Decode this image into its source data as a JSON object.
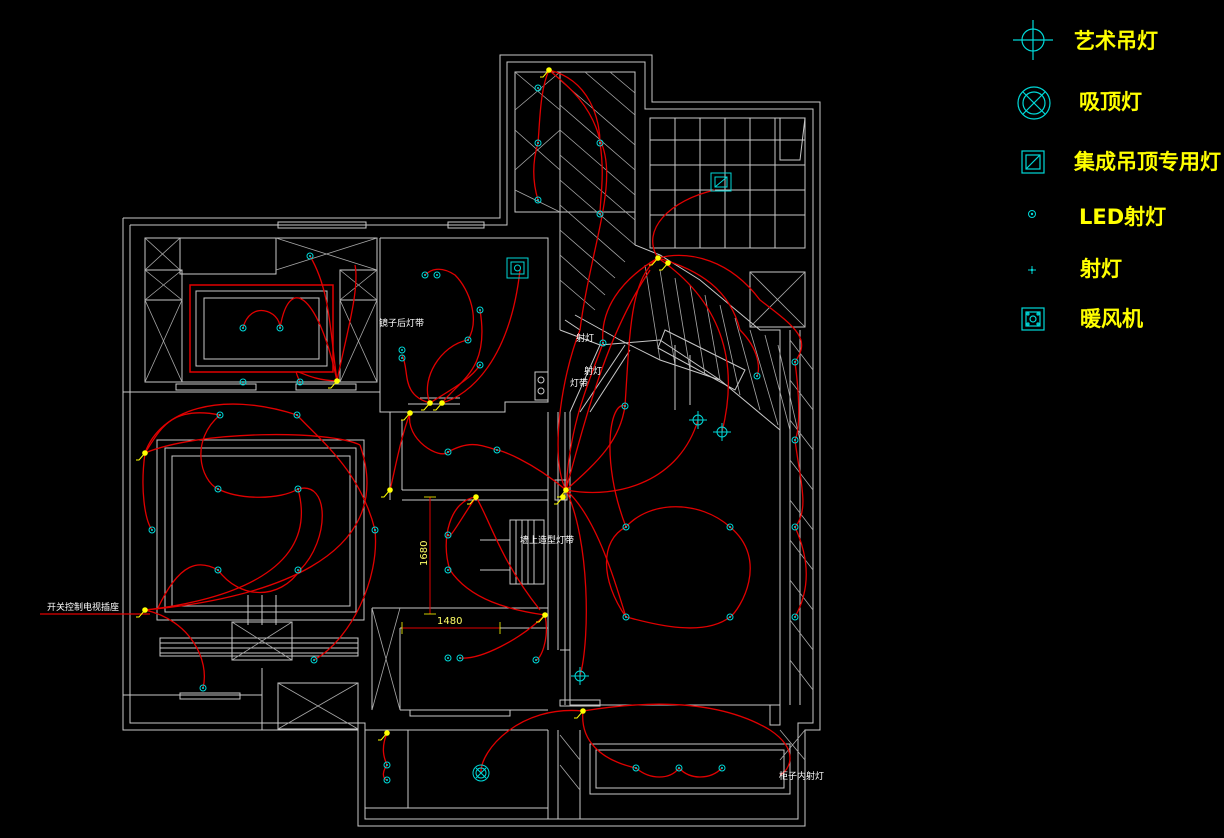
{
  "colors": {
    "background": "#000000",
    "walls": "#c8c8c8",
    "wiring": "#e10000",
    "fixtures": "#00d8d8",
    "switches": "#ffff00",
    "legend_text": "#ffff00",
    "annotations": "#ffffff"
  },
  "legend": [
    {
      "icon": "art-pendant-lamp-icon",
      "label": "艺术吊灯"
    },
    {
      "icon": "ceiling-lamp-icon",
      "label": "吸顶灯"
    },
    {
      "icon": "integrated-ceiling-lamp-icon",
      "label": "集成吊顶专用灯"
    },
    {
      "icon": "led-spotlight-icon",
      "label": "LED射灯"
    },
    {
      "icon": "spotlight-icon",
      "label": "射灯"
    },
    {
      "icon": "bath-heater-icon",
      "label": "暖风机"
    }
  ],
  "annotations": {
    "mirror_strip": "镜子后灯带",
    "spot_a": "射灯",
    "spot_b": "射灯",
    "strip": "灯带",
    "wall_strip": "墙上造型灯带",
    "tv_socket": "开关控制电视插座",
    "cabinet_spot": "柜子内射灯"
  },
  "dimensions": {
    "height": "1680",
    "width": "1480"
  }
}
